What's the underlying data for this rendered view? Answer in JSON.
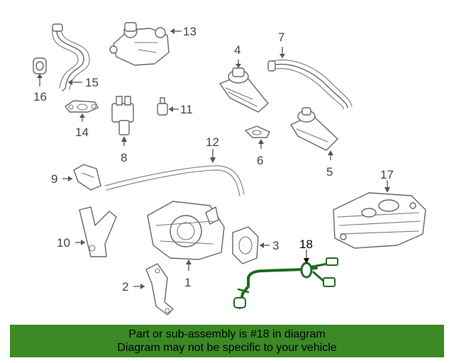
{
  "callouts": {
    "c1": "1",
    "c2": "2",
    "c3": "3",
    "c4": "4",
    "c5": "5",
    "c6": "6",
    "c7": "7",
    "c8": "8",
    "c9": "9",
    "c10": "10",
    "c11": "11",
    "c12": "12",
    "c13": "13",
    "c14": "14",
    "c15": "15",
    "c16": "16",
    "c17": "17",
    "c18": "18"
  },
  "highlight_part": "18",
  "colors": {
    "banner": "#3b8a26",
    "highlight": "#1f6b1f",
    "line_art": "#666666"
  },
  "banner": {
    "line1": "Part or sub-assembly is #18 in diagram",
    "line2": "Diagram may not be specific to your vehicle"
  }
}
